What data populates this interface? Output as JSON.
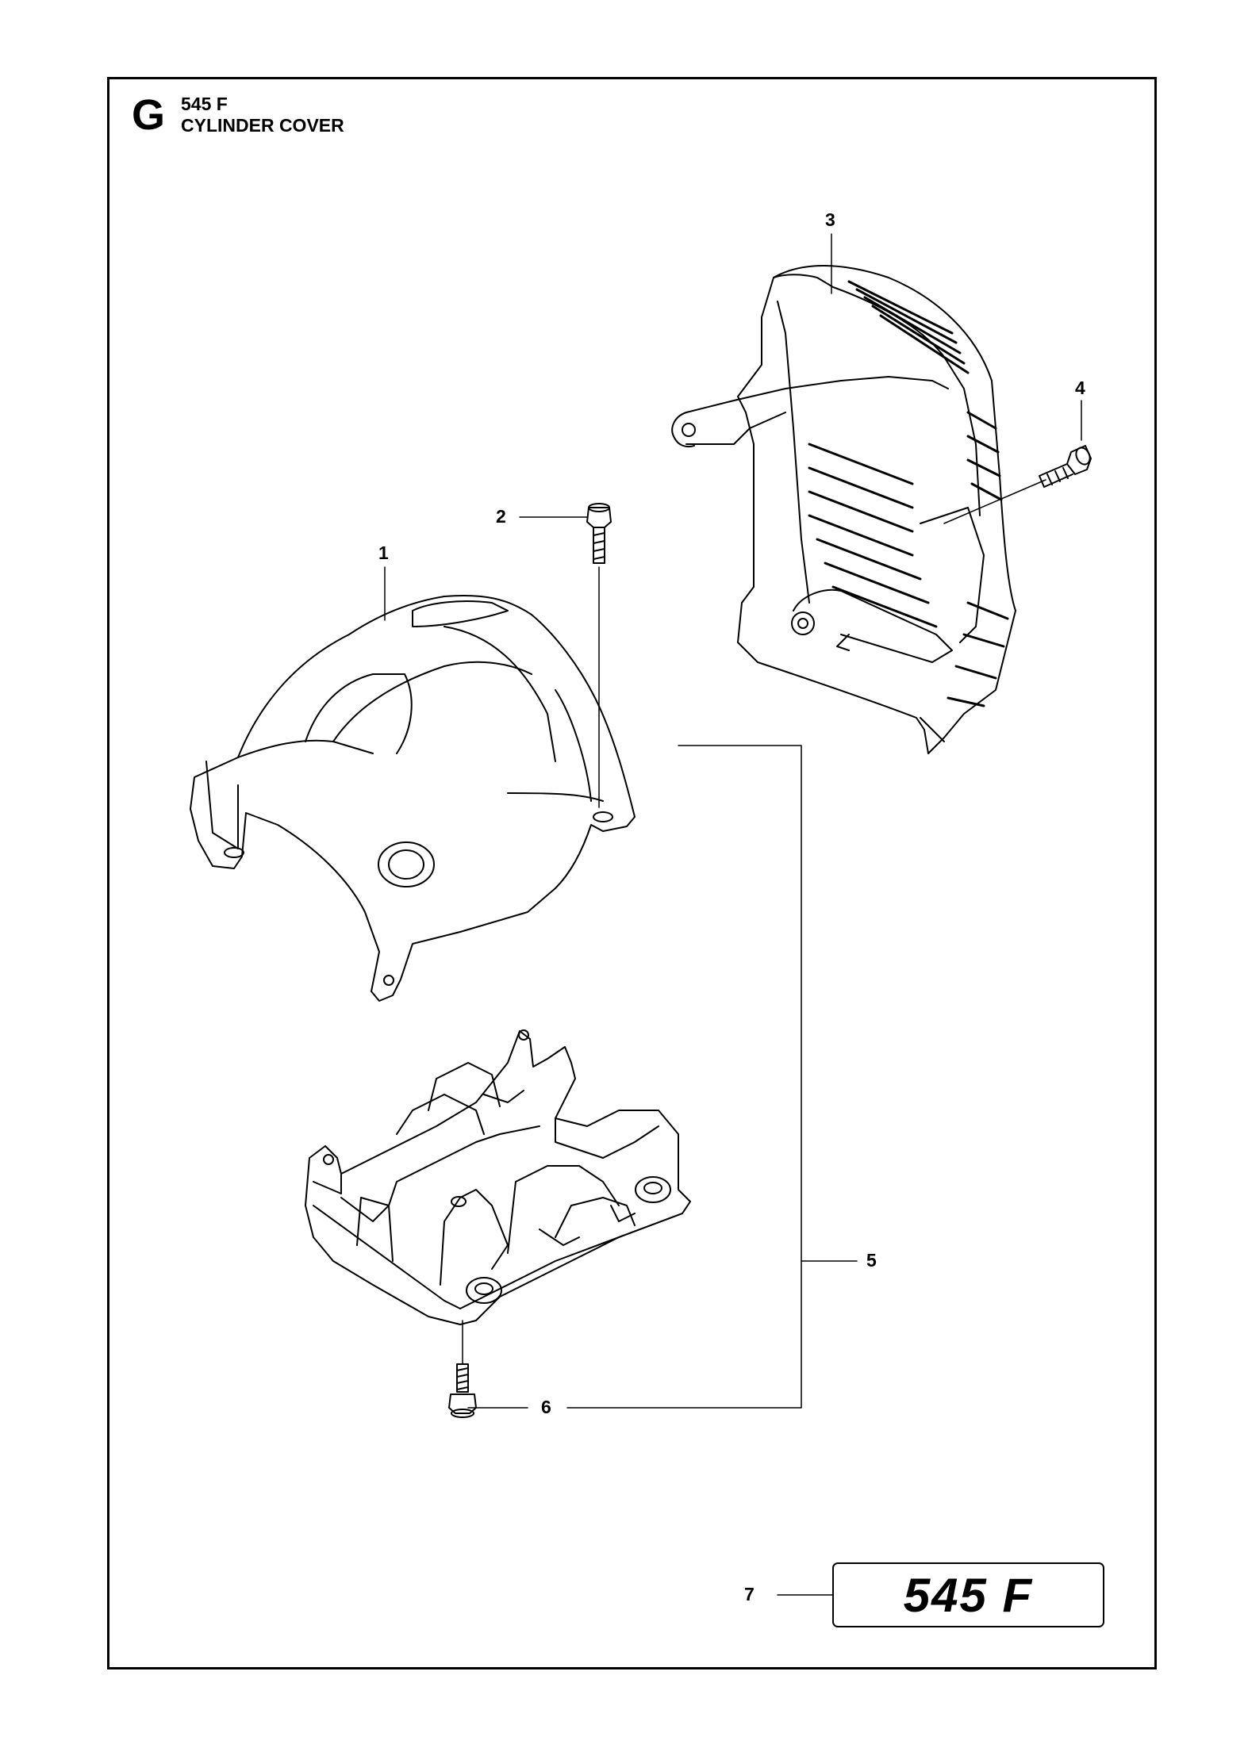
{
  "header": {
    "section_letter": "G",
    "model": "545 F",
    "title": "CYLINDER COVER"
  },
  "callouts": [
    "1",
    "2",
    "3",
    "4",
    "5",
    "6",
    "7"
  ],
  "decal": {
    "text": "545 F"
  },
  "parts": [
    {
      "ref": "1",
      "icon": "cylinder-cover-icon"
    },
    {
      "ref": "2",
      "icon": "screw-icon"
    },
    {
      "ref": "3",
      "icon": "muffler-guard-icon"
    },
    {
      "ref": "4",
      "icon": "screw-icon"
    },
    {
      "ref": "5",
      "icon": "cylinder-cover-base-icon"
    },
    {
      "ref": "6",
      "icon": "screw-icon"
    },
    {
      "ref": "7",
      "icon": "decal-icon"
    }
  ],
  "colors": {
    "line": "#000000",
    "background": "#ffffff"
  }
}
